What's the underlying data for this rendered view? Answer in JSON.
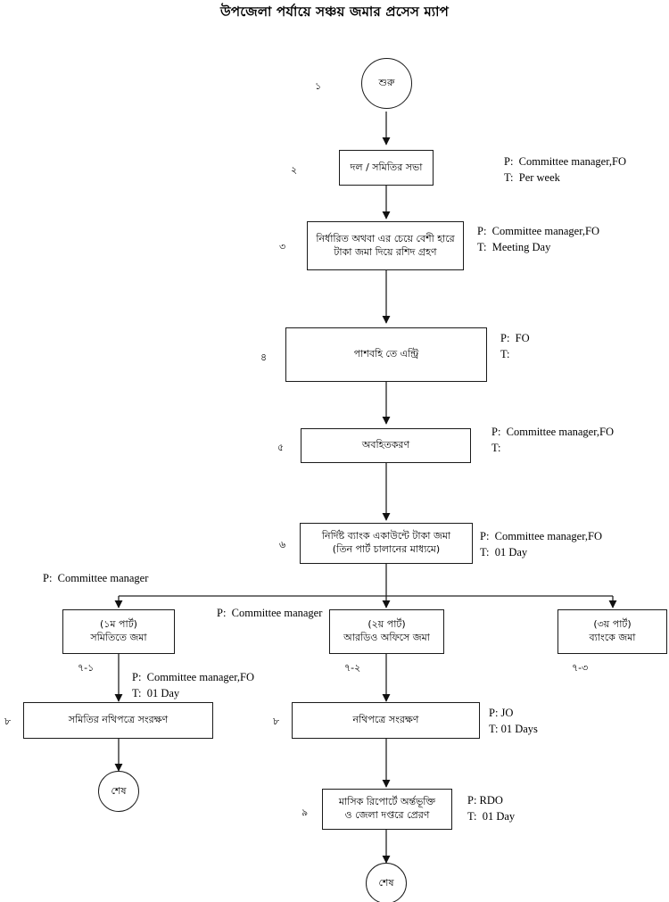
{
  "title": "উপজেলা পর্যায়ে সঞ্চয় জমার প্রসেস ম্যাপ",
  "colors": {
    "ink": "#1a1a1a",
    "paper": "#ffffff"
  },
  "nodes": {
    "start": {
      "label": "শুরু",
      "step": "১"
    },
    "n2": {
      "line1": "দল / সমিতির সভা",
      "line2": "",
      "step": "২"
    },
    "n3": {
      "line1": "নির্ধারিত অথবা এর চেয়ে বেশী হারে",
      "line2": "টাকা জমা দিয়ে রশিদ গ্রহণ",
      "step": "৩"
    },
    "n4": {
      "line1": "পাশবহি তে এন্ট্রি",
      "line2": "",
      "step": "৪"
    },
    "n5": {
      "line1": "অবহিতকরণ",
      "line2": "",
      "step": "৫"
    },
    "n6": {
      "line1": "নির্দিষ্ট ব্যাংক একাউন্টে টাকা জমা",
      "line2": "(তিন পার্ট চালানের মাধ্যমে)",
      "step": "৬"
    },
    "n7a": {
      "line1": "(১ম পার্ট)",
      "line2": "সমিতিতে জমা",
      "step": "৭-১"
    },
    "n7b": {
      "line1": "(২য় পার্ট)",
      "line2": "আরডিও অফিসে জমা",
      "step": "৭-২"
    },
    "n7c": {
      "line1": "(৩য় পার্ট)",
      "line2": "ব্যাংকে জমা",
      "step": "৭-৩"
    },
    "n8a": {
      "line1": "সমিতির নথিপত্রে সংরক্ষণ",
      "line2": "",
      "step": "৮"
    },
    "n8b": {
      "line1": "নথিপত্রে সংরক্ষণ",
      "line2": "",
      "step": "৮"
    },
    "n9": {
      "line1": "মাসিক রিপোর্টে অর্ন্তভূক্তি",
      "line2": "ও জেলা দপ্তরে প্রেরণ",
      "step": "৯"
    },
    "end_left": {
      "label": "শেষ"
    },
    "end_bottom": {
      "label": "শেষ"
    }
  },
  "annotations": {
    "a2": {
      "p": "P:  Committee manager,FO",
      "t": "T:  Per week"
    },
    "a3": {
      "p": "P:  Committee manager,FO",
      "t": "T:  Meeting Day"
    },
    "a4": {
      "p": "P:  FO",
      "t": "T:"
    },
    "a5": {
      "p": "P:  Committee manager,FO",
      "t": "T:"
    },
    "a6": {
      "p": "P:  Committee manager,FO",
      "t": "T:  01 Day"
    },
    "a7a": {
      "p": "P:  Committee manager",
      "t": ""
    },
    "a7b": {
      "p": "P:  Committee manager",
      "t": ""
    },
    "a8a": {
      "p": "P:  Committee manager,FO",
      "t": "T:  01 Day"
    },
    "a8b": {
      "p": "P: JO",
      "t": "T: 01 Days"
    },
    "a9": {
      "p": "P: RDO",
      "t": "T:  01 Day"
    }
  }
}
